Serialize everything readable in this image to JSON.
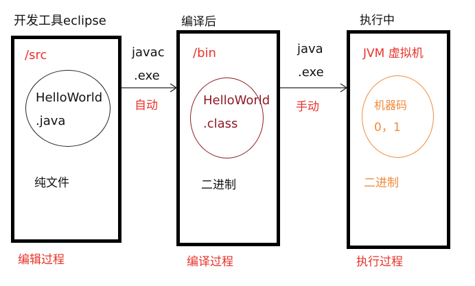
{
  "stage1": {
    "header": "开发工具eclipse",
    "dir": "/src",
    "file_line1": "HelloWorld",
    "file_line2": ".java",
    "type": "纯文件",
    "process": "编辑过程"
  },
  "arrow1": {
    "line1": "javac",
    "line2": ".exe",
    "mode": "自动"
  },
  "stage2": {
    "header": "编译后",
    "dir": "/bin",
    "file_line1": "HelloWorld",
    "file_line2": ".class",
    "type": "二进制",
    "process": "编译过程"
  },
  "arrow2": {
    "line1": "java",
    "line2": ".exe",
    "mode": "手动"
  },
  "stage3": {
    "header": "执行中",
    "dir": "JVM 虚拟机",
    "code_label": "机器码",
    "code_value": "0，1",
    "type": "二进制",
    "process": "执行过程"
  },
  "colors": {
    "red": "#e8322b",
    "darkred": "#8e1a22",
    "orange": "#f08a3a",
    "black": "#111111"
  }
}
